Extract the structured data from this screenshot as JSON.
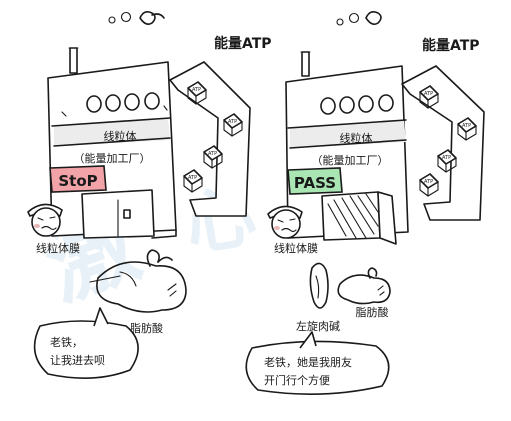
{
  "colors": {
    "stop_sign": "#f2a3a8",
    "pass_sign": "#a9e6b3",
    "ink": "#1a1a1a",
    "shade": "#dcdcdc",
    "cheek": "#e9b7b7"
  },
  "left_panel": {
    "energy_label": "能量ATP",
    "factory_title": "线粒体",
    "factory_subtitle": "（能量加工厂）",
    "sign_text": "StoP",
    "membrane_label": "线粒体膜",
    "molecule_label": "脂肪酸",
    "speech_line1": "老铁，",
    "speech_line2": "让我进去呗"
  },
  "right_panel": {
    "energy_label": "能量ATP",
    "factory_title": "线粒体",
    "factory_subtitle": "（能量加工厂）",
    "sign_text": "PASS",
    "membrane_label": "线粒体膜",
    "carrier_label": "左旋肉碱",
    "molecule_label": "脂肪酸",
    "speech_line1": "老铁，她是我朋友",
    "speech_line2": "开门行个方便"
  },
  "atp_box_label": "ATP",
  "icons": [
    "smoke-icon",
    "gatekeeper-face-icon",
    "fatty-acid-blob-icon",
    "carnitine-bean-icon"
  ]
}
